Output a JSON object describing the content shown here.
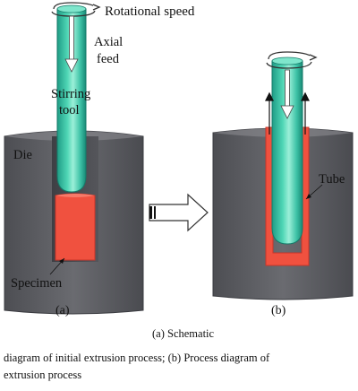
{
  "labels": {
    "rotational_speed": "Rotational speed",
    "axial": "Axial",
    "feed": "feed",
    "stirring": "Stirring",
    "tool": "tool",
    "die": "Die",
    "specimen": "Specimen",
    "tube": "Tube",
    "panel_a": "(a)",
    "panel_b": "(b)"
  },
  "caption": {
    "line1": "(a)   Schematic",
    "line2": "diagram of initial extrusion process; (b) Process diagram of",
    "line3": "extrusion process"
  },
  "colors": {
    "die": "#5c5d62",
    "die_top": "#7a7b80",
    "specimen": "#f0513f",
    "tool": "#3cc7a8",
    "tool_highlight": "#a9f2df",
    "arrow_fill": "#ffffff"
  }
}
